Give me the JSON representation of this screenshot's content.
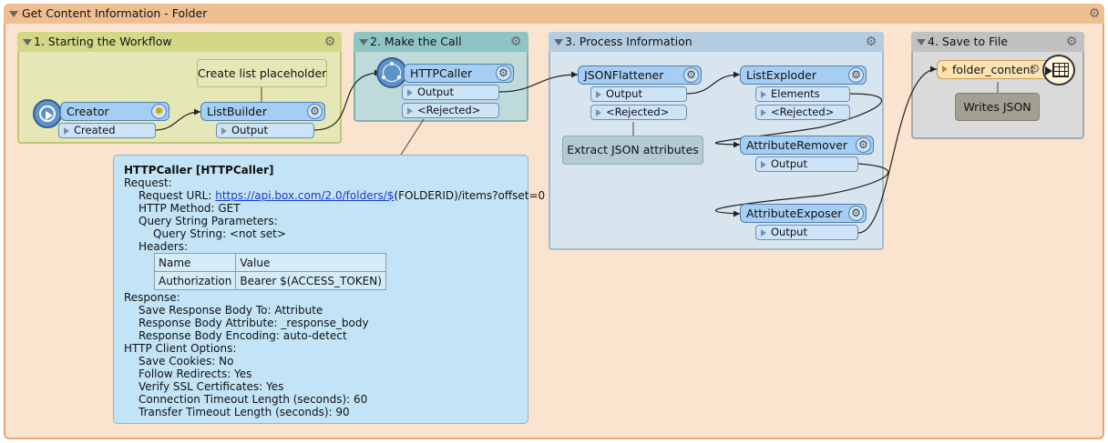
{
  "outer": {
    "title": "Get Content Information - Folder"
  },
  "bookmarks": {
    "b1": {
      "title": "1. Starting the Workflow",
      "color": "#e5e8b6",
      "head": "#d3d888"
    },
    "b2": {
      "title": "2. Make the Call",
      "color": "#bedad9",
      "head": "#8fc4c4"
    },
    "b3": {
      "title": "3. Process Information",
      "color": "#d9e5ee",
      "head": "#b4ccdf"
    },
    "b4": {
      "title": "4. Save to File",
      "color": "#dadada",
      "head": "#c1c1c1"
    }
  },
  "transformers": {
    "creator": {
      "name": "Creator",
      "port": "Created"
    },
    "listbuilder": {
      "name": "ListBuilder",
      "port": "Output"
    },
    "httpcaller": {
      "name": "HTTPCaller",
      "ports": [
        "Output",
        "<Rejected>"
      ]
    },
    "jsonflattener": {
      "name": "JSONFlattener",
      "ports": [
        "Output",
        "<Rejected>"
      ]
    },
    "listexploder": {
      "name": "ListExploder",
      "ports": [
        "Elements",
        "<Rejected>"
      ]
    },
    "attributeremover": {
      "name": "AttributeRemover",
      "port": "Output"
    },
    "attributeexposer": {
      "name": "AttributeExposer",
      "port": "Output"
    },
    "writer": {
      "name": "folder_content"
    }
  },
  "annotations": {
    "create_list": "Create list placeholder",
    "extract_json": "Extract JSON attributes",
    "writes_json": "Writes JSON"
  },
  "tooltip": {
    "title": "HTTPCaller [HTTPCaller]",
    "request_label": "Request:",
    "request_url_label": "Request URL: ",
    "request_url_link": "https://api.box.com/2.0/folders/$",
    "request_url_rest": "(FOLDERID)/items?offset=0",
    "http_method": "HTTP Method: GET",
    "query_params": "Query String Parameters:",
    "query_string": "Query String: <not set>",
    "headers_label": "Headers:",
    "headers_table": {
      "col1": "Name",
      "col2": "Value",
      "row_name": "Authorization",
      "row_value": "Bearer $(ACCESS_TOKEN)"
    },
    "response_label": "Response:",
    "save_body": "Save Response Body To: Attribute",
    "body_attr": "Response Body Attribute: _response_body",
    "body_enc": "Response Body Encoding: auto-detect",
    "client_label": "HTTP Client Options:",
    "save_cookies": "Save Cookies: No",
    "follow_redirects": "Follow Redirects: Yes",
    "verify_ssl": "Verify SSL Certificates: Yes",
    "conn_timeout": "Connection Timeout Length (seconds): 60",
    "transfer_timeout": "Transfer Timeout Length (seconds): 90"
  }
}
